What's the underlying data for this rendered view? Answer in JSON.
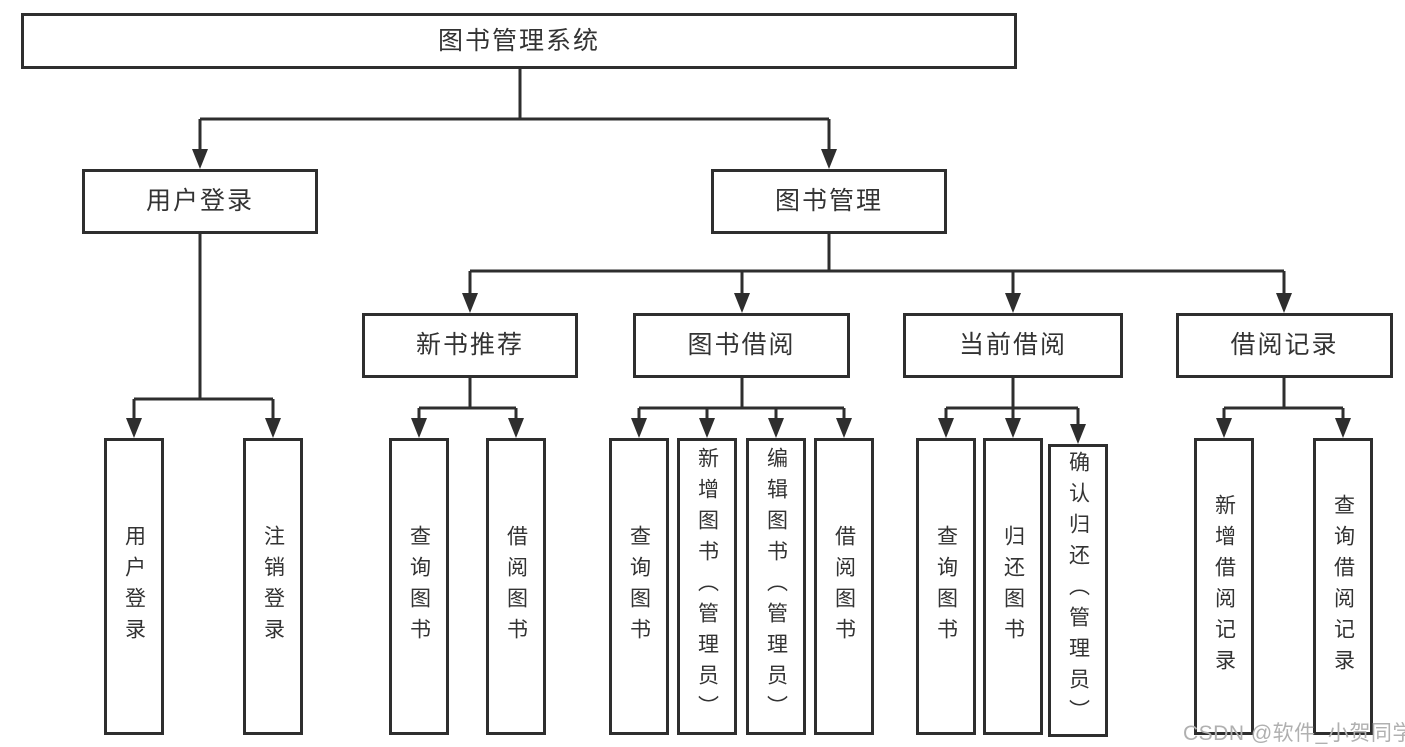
{
  "colors": {
    "line": "#2e2e2e",
    "text": "#333333",
    "box_bg": "#ffffff",
    "background": "#ffffff",
    "watermark": "#b0b0b0"
  },
  "tree": {
    "root": {
      "label": "图书管理系统"
    },
    "level2": [
      {
        "label": "用户登录"
      },
      {
        "label": "图书管理"
      }
    ],
    "level3": [
      {
        "label": "新书推荐"
      },
      {
        "label": "图书借阅"
      },
      {
        "label": "当前借阅"
      },
      {
        "label": "借阅记录"
      }
    ],
    "leaves": {
      "user_login": [
        "用户登录",
        "注销登录"
      ],
      "new_book": [
        "查询图书",
        "借阅图书"
      ],
      "book_borrow": [
        "查询图书",
        "新增图书（管理员）",
        "编辑图书（管理员）",
        "借阅图书"
      ],
      "current_borrow": [
        "查询图书",
        "归还图书",
        "确认归还（管理员）"
      ],
      "borrow_records": [
        "新增借阅记录",
        "查询借阅记录"
      ]
    }
  },
  "watermark": {
    "text": "CSDN @软件_小贺同学"
  }
}
